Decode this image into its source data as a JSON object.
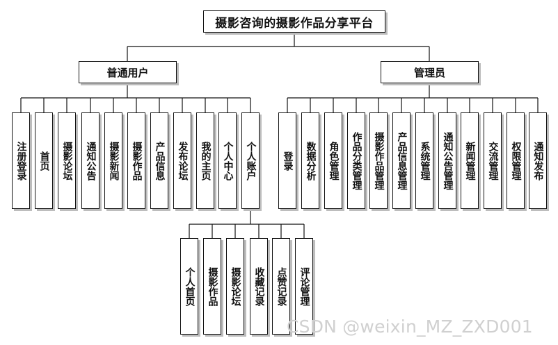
{
  "title": "摄影咨询的摄影作品分享平台",
  "branches": {
    "user": {
      "label": "普通用户",
      "items": [
        "注册登录",
        "首页",
        "摄影论坛",
        "通知公告",
        "摄影新闻",
        "摄影作品",
        "产品信息",
        "发布论坛",
        "我的主页",
        "个人中心",
        "个人账户"
      ]
    },
    "admin": {
      "label": "管理员",
      "items": [
        "登录",
        "数据分析",
        "角色管理",
        "作品分类管理",
        "摄影作品管理",
        "产品信息管理",
        "系统管理",
        "通知公告管理",
        "新闻管理",
        "交流管理",
        "权限管理",
        "通知发布"
      ]
    },
    "account": {
      "items": [
        "个人首页",
        "摄影作品",
        "摄影论坛",
        "收藏记录",
        "点赞记录",
        "评论管理"
      ]
    }
  },
  "watermark": "CSDN @weixin_MZ_ZXD001"
}
